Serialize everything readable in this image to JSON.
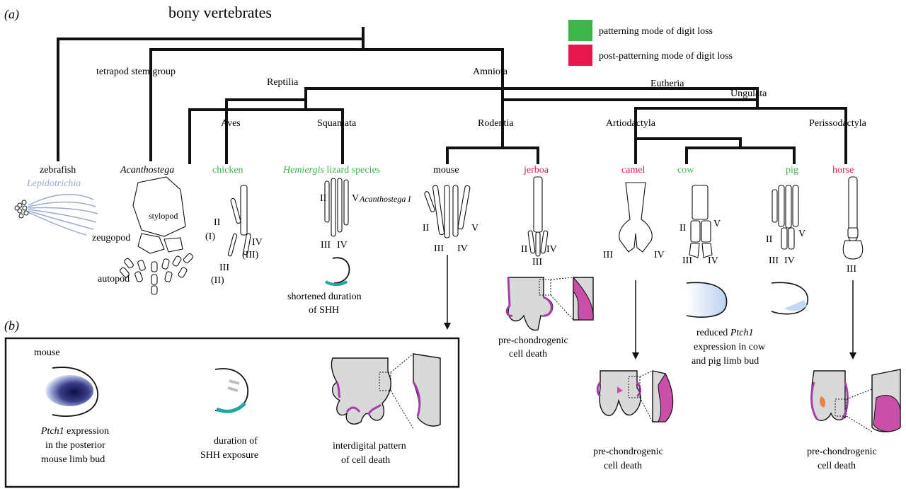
{
  "panel_a_label": "(a)",
  "panel_b_label": "(b)",
  "root": "bony vertebrates",
  "clades": {
    "tetrapod_stem": "tetrapod stem group",
    "reptilia": "Reptilia",
    "amniota": "Amniota",
    "eutheria": "Eutheria",
    "ungulata": "Ungulata",
    "aves": "Aves",
    "squamata": "Squamata",
    "rodentia": "Rodentia",
    "artiodactyla": "Artiodactyla",
    "perissodactyla": "Perissodactyla"
  },
  "legend": {
    "patterning": "patterning mode of digit loss",
    "post_patterning": "post-patterning mode of digit loss",
    "patterning_color": "#3cb54a",
    "post_patterning_color": "#e8174e"
  },
  "taxa": {
    "zebrafish": "zebrafish",
    "lepidotrichia": "Lepidotrichia",
    "acanthostega": "Acanthostega",
    "chicken": "chicken",
    "hemiergis_a": "Hemiergis",
    "hemiergis_b": " lizard species",
    "mouse": "mouse",
    "jerboa": "jerboa",
    "camel": "camel",
    "cow": "cow",
    "pig": "pig",
    "horse": "horse"
  },
  "limb_parts": {
    "stylopod": "stylopod",
    "zeugopod": "zeugopod",
    "autopod": "autopod"
  },
  "digits": {
    "chicken": [
      "II",
      "(I)",
      "IV",
      "(III)",
      "III",
      "(II)"
    ],
    "hemiergis": [
      "II",
      "V",
      "III",
      "IV"
    ],
    "hemiergis_extra": "Acanthostega I",
    "mouse": [
      "II",
      "V",
      "III",
      "IV"
    ],
    "jerboa": [
      "II",
      "IV",
      "III"
    ],
    "camel": [
      "III",
      "IV"
    ],
    "cow": [
      "II",
      "V",
      "III",
      "IV"
    ],
    "pig": [
      "II",
      "V",
      "III",
      "IV"
    ],
    "horse": [
      "III"
    ]
  },
  "notes": {
    "shh_short": [
      "shortened duration",
      "of SHH"
    ],
    "jerboa_death": [
      "pre-chondrogenic",
      "cell death"
    ],
    "camel_death": [
      "pre-chondrogenic",
      "cell death"
    ],
    "horse_death": [
      "pre-chondrogenic",
      "cell death"
    ],
    "reduced_a": "reduced ",
    "reduced_b": "Ptch1",
    "reduced_rest": [
      "expression in cow",
      "and pig limb bud"
    ]
  },
  "panel_b": {
    "mouse": "mouse",
    "ptch1_a": "Ptch1",
    "ptch1_b": " expression",
    "ptch1_rest": [
      "in the posterior",
      "mouse limb bud"
    ],
    "shh": [
      "duration of",
      "SHH exposure"
    ],
    "death": [
      "interdigital pattern",
      "of cell death"
    ]
  }
}
